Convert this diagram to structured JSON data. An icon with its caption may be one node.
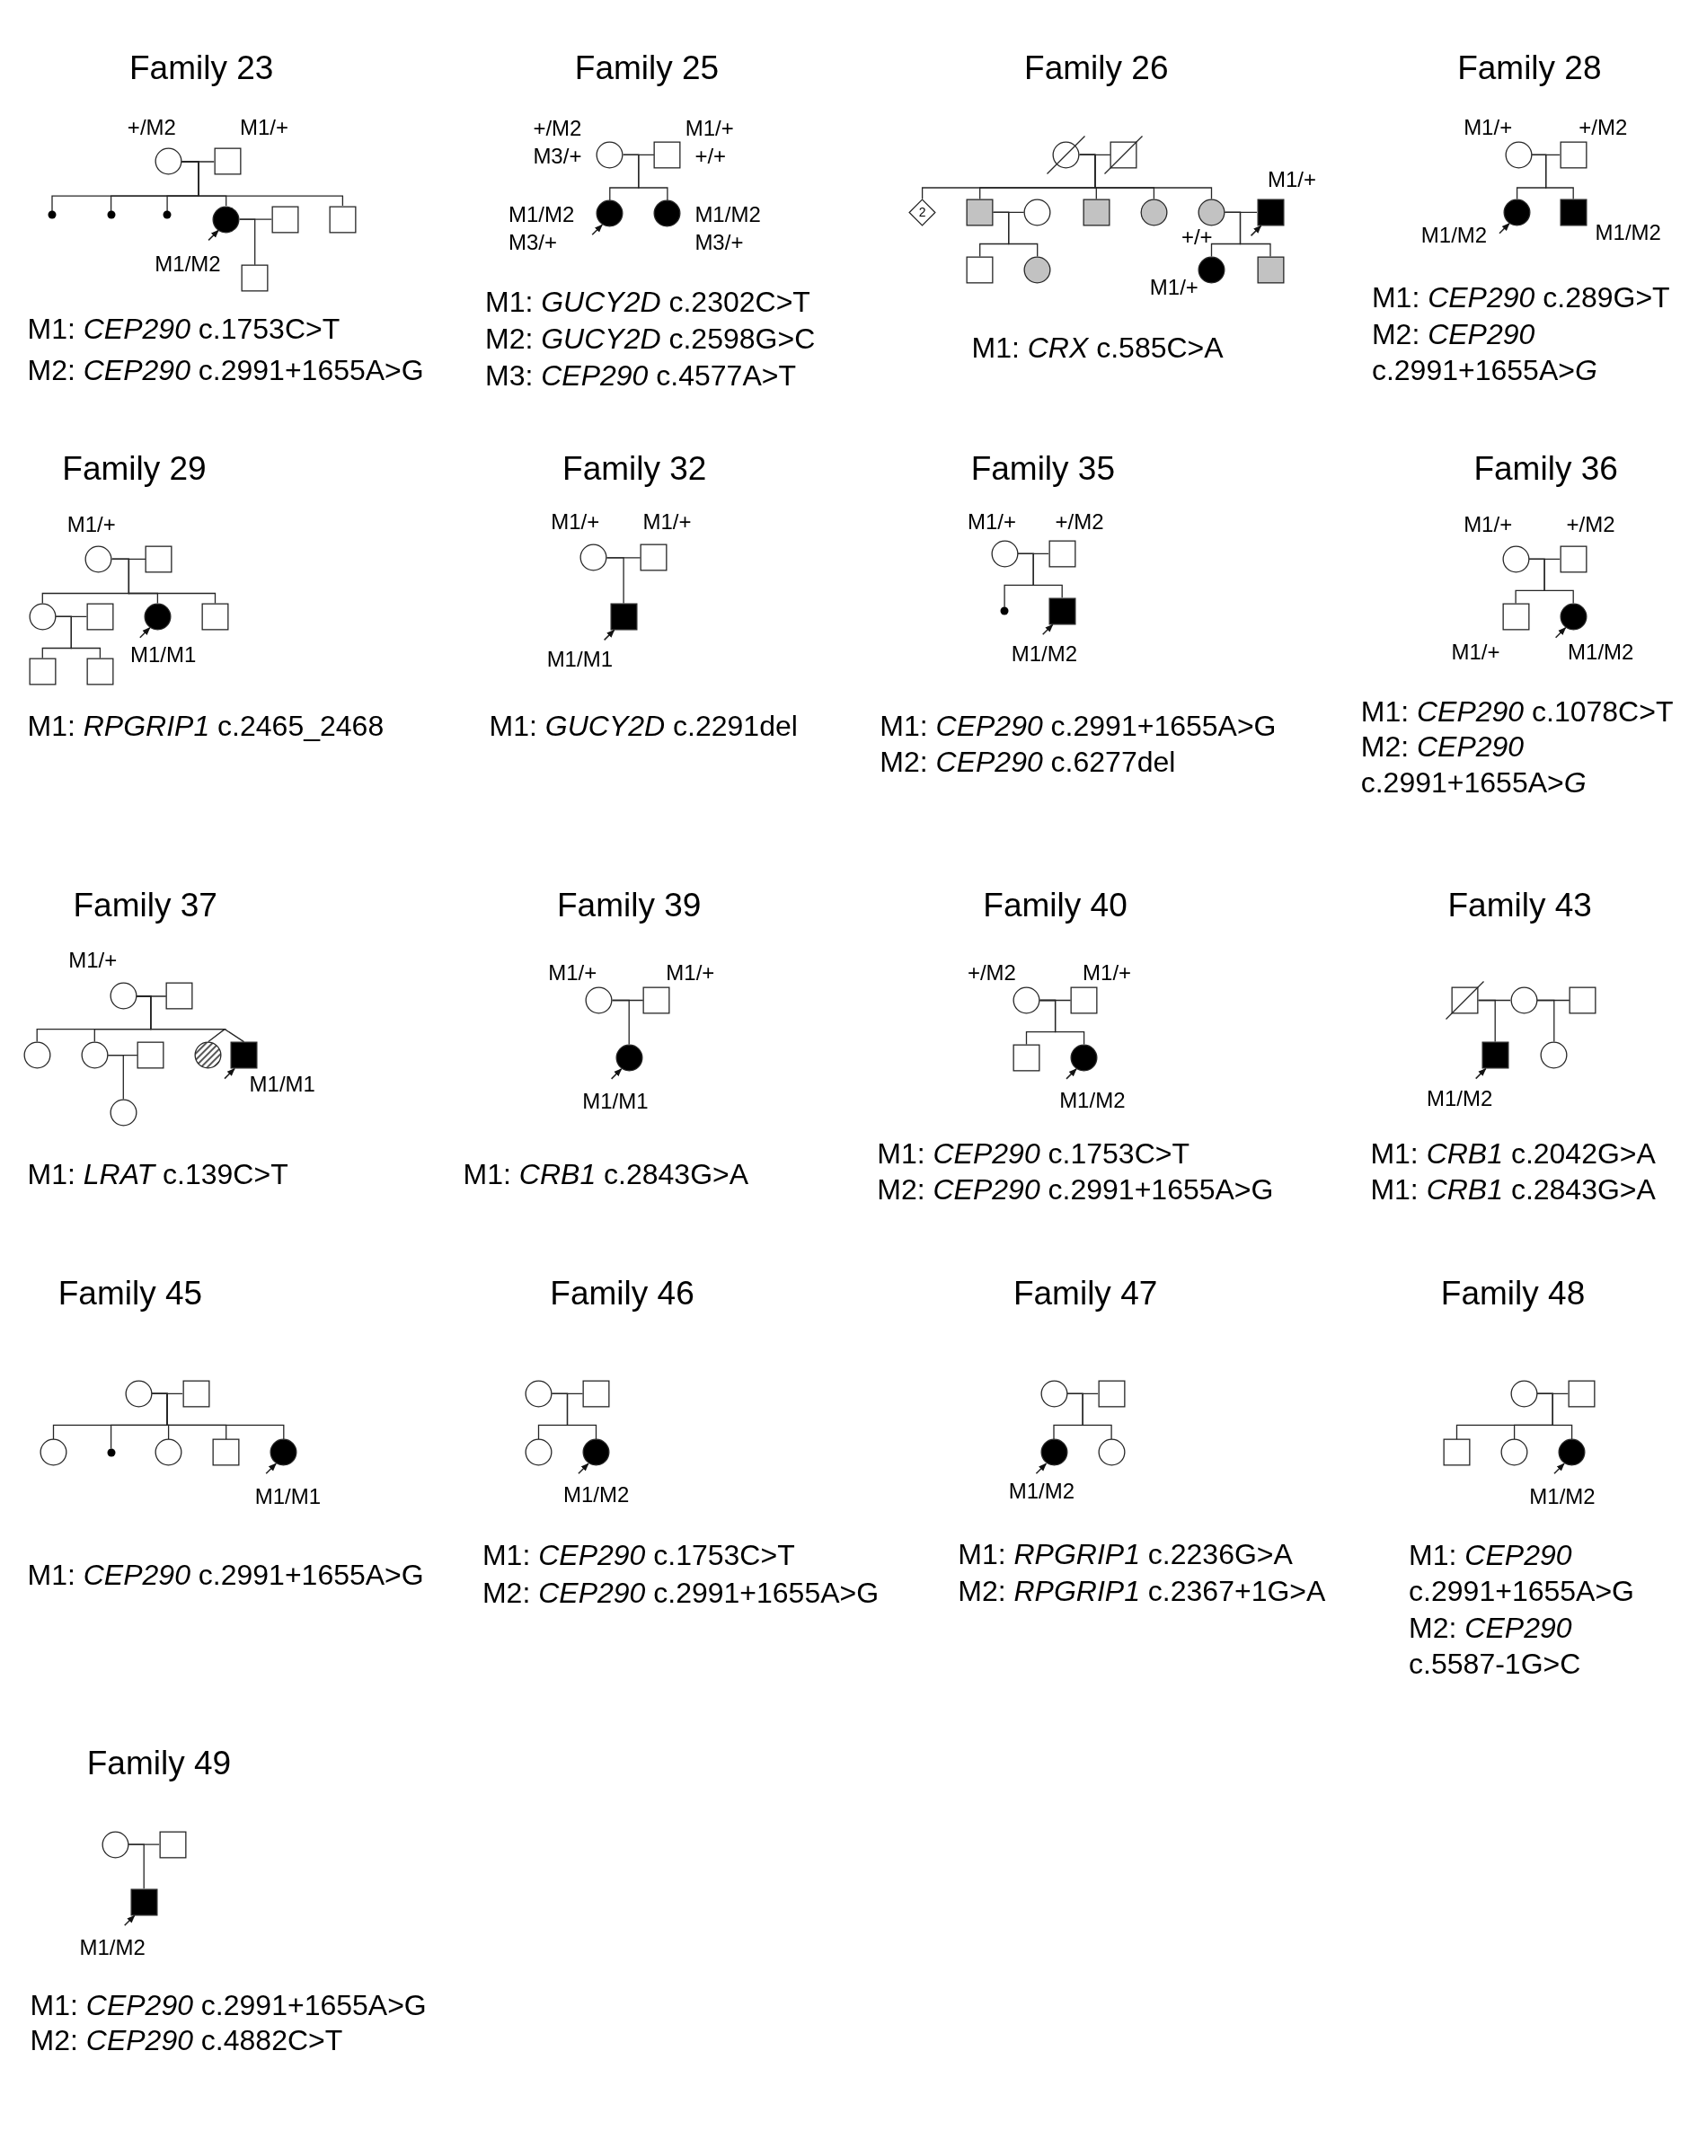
{
  "diagram": {
    "nodes": [
      {
        "text": [],
        "shape": "circle",
        "beside": [
          "+/M2"
        ]
      },
      {
        "text": [],
        "shape": "box",
        "beside": [
          "M1/+"
        ]
      },
      {
        "text": [],
        "shape": "dot"
      },
      {
        "text": [],
        "shape": "dot"
      },
      {
        "text": [],
        "shape": "dot"
      },
      {
        "text": [],
        "shape": "circle",
        "beside": [
          "M1/M2"
        ]
      },
      {
        "text": [],
        "shape": "box"
      },
      {
        "text": [],
        "shape": "box"
      },
      {
        "text": [],
        "shape": "box"
      },
      {
        "text": [],
        "shape": "circle",
        "beside": [
          "+/M2",
          "M3/+"
        ]
      },
      {
        "text": [],
        "shape": "box",
        "beside": [
          "M1/+",
          "+/+"
        ]
      },
      {
        "text": [],
        "shape": "circle",
        "beside": [
          "M1/M2",
          "M3/+"
        ]
      },
      {
        "text": [],
        "shape": "circle",
        "beside": [
          "M1/M2",
          "M3/+"
        ]
      },
      {
        "text": [],
        "shape": "circle"
      },
      {
        "text": [],
        "shape": "box"
      },
      {
        "text": [
          "2"
        ]
      },
      {
        "text": [],
        "shape": "box"
      },
      {
        "text": [],
        "shape": "circle"
      },
      {
        "text": [],
        "shape": "box"
      },
      {
        "text": [],
        "shape": "circle"
      },
      {
        "text": [],
        "shape": "circle",
        "beside": [
          "+/+"
        ]
      },
      {
        "text": [],
        "shape": "box",
        "beside": [
          "M1/+"
        ]
      },
      {
        "text": [],
        "shape": "box"
      },
      {
        "text": [],
        "shape": "circle"
      },
      {
        "text": [],
        "shape": "circle",
        "beside": [
          "M1/+"
        ]
      },
      {
        "text": [],
        "shape": "box"
      },
      {
        "text": [],
        "shape": "circle",
        "beside": [
          "M1/+"
        ]
      },
      {
        "text": [],
        "shape": "box",
        "beside": [
          "+/M2"
        ]
      },
      {
        "text": [],
        "shape": "circle",
        "beside": [
          "M1/M2"
        ]
      },
      {
        "text": [],
        "shape": "box",
        "beside": [
          "M1/M2"
        ]
      },
      {
        "text": [],
        "shape": "circle",
        "beside": [
          "M1/+"
        ]
      },
      {
        "text": [],
        "shape": "box"
      },
      {
        "text": [],
        "shape": "circle"
      },
      {
        "text": [],
        "shape": "box"
      },
      {
        "text": [],
        "shape": "circle",
        "beside": [
          "M1/M1"
        ]
      },
      {
        "text": [],
        "shape": "box"
      },
      {
        "text": [],
        "shape": "box"
      },
      {
        "text": [],
        "shape": "box"
      },
      {
        "text": [],
        "shape": "circle",
        "beside": [
          "M1/+"
        ]
      },
      {
        "text": [],
        "shape": "box",
        "beside": [
          "M1/+"
        ]
      },
      {
        "text": [],
        "shape": "box",
        "beside": [
          "M1/M1"
        ]
      },
      {
        "text": [],
        "shape": "circle",
        "beside": [
          "M1/+"
        ]
      },
      {
        "text": [],
        "shape": "box",
        "beside": [
          "+/M2"
        ]
      },
      {
        "text": [],
        "shape": "dot"
      },
      {
        "text": [],
        "shape": "box",
        "beside": [
          "M1/M2"
        ]
      },
      {
        "text": [],
        "shape": "circle",
        "beside": [
          "M1/+"
        ]
      },
      {
        "text": [],
        "shape": "box",
        "beside": [
          "+/M2"
        ]
      },
      {
        "text": [],
        "shape": "box",
        "beside": [
          "M1/+"
        ]
      },
      {
        "text": [],
        "shape": "circle",
        "beside": [
          "M1/M2"
        ]
      },
      {
        "text": [],
        "shape": "circle",
        "beside": [
          "M1/+"
        ]
      },
      {
        "text": [],
        "shape": "box"
      },
      {
        "text": [],
        "shape": "circle"
      },
      {
        "text": [],
        "shape": "circle"
      },
      {
        "text": [],
        "shape": "box"
      },
      {
        "text": [],
        "shape": "circle"
      },
      {
        "text": [],
        "shape": "box",
        "beside": [
          "M1/M1"
        ]
      },
      {
        "text": [],
        "shape": "circle"
      },
      {
        "text": [],
        "shape": "circle",
        "beside": [
          "M1/+"
        ]
      },
      {
        "text": [],
        "shape": "box",
        "beside": [
          "M1/+"
        ]
      },
      {
        "text": [],
        "shape": "circle",
        "beside": [
          "M1/M1"
        ]
      },
      {
        "text": [],
        "shape": "circle",
        "beside": [
          "+/M2"
        ]
      },
      {
        "text": [],
        "shape": "box",
        "beside": [
          "M1/+"
        ]
      },
      {
        "text": [],
        "shape": "box"
      },
      {
        "text": [],
        "shape": "circle",
        "beside": [
          "M1/M2"
        ]
      },
      {
        "text": [],
        "shape": "box"
      },
      {
        "text": [],
        "shape": "circle"
      },
      {
        "text": [],
        "shape": "box"
      },
      {
        "text": [],
        "shape": "box",
        "beside": [
          "M1/M2"
        ]
      },
      {
        "text": [],
        "shape": "circle"
      },
      {
        "text": [],
        "shape": "circle"
      },
      {
        "text": [],
        "shape": "box"
      },
      {
        "text": [],
        "shape": "circle"
      },
      {
        "text": [],
        "shape": "dot"
      },
      {
        "text": [],
        "shape": "circle"
      },
      {
        "text": [],
        "shape": "box"
      },
      {
        "text": [],
        "shape": "circle",
        "beside": [
          "M1/M1"
        ]
      },
      {
        "text": [],
        "shape": "circle"
      },
      {
        "text": [],
        "shape": "box"
      },
      {
        "text": [],
        "shape": "circle"
      },
      {
        "text": [],
        "shape": "circle",
        "beside": [
          "M1/M2"
        ]
      },
      {
        "text": [],
        "shape": "circle"
      },
      {
        "text": [],
        "shape": "box"
      },
      {
        "text": [],
        "shape": "circle",
        "beside": [
          "M1/M2"
        ]
      },
      {
        "text": [],
        "shape": "circle"
      },
      {
        "text": [],
        "shape": "circle"
      },
      {
        "text": [],
        "shape": "box"
      },
      {
        "text": [],
        "shape": "box"
      },
      {
        "text": [],
        "shape": "circle"
      },
      {
        "text": [],
        "shape": "circle",
        "beside": [
          "M1/M2"
        ]
      },
      {
        "text": [],
        "shape": "circle"
      },
      {
        "text": [],
        "shape": "box"
      },
      {
        "text": [],
        "shape": "box",
        "beside": [
          "M1/M2"
        ]
      }
    ],
    "edges": [
      {
        "from": 0,
        "to": 1,
        "arrow": "none"
      },
      {
        "from": 0,
        "to": 2,
        "arrow": "none"
      },
      {
        "from": 0,
        "to": 3,
        "arrow": "none"
      },
      {
        "from": 0,
        "to": 4,
        "arrow": "none"
      },
      {
        "from": 0,
        "to": 5,
        "arrow": "none"
      },
      {
        "from": 0,
        "to": 7,
        "arrow": "none"
      },
      {
        "from": 5,
        "to": 6,
        "arrow": "none"
      },
      {
        "from": 5,
        "to": 8,
        "arrow": "none"
      },
      {
        "from": null,
        "to": 5,
        "arrow": "to"
      },
      {
        "from": 9,
        "to": 10,
        "arrow": "none"
      },
      {
        "from": 9,
        "to": 11,
        "arrow": "none"
      },
      {
        "from": 9,
        "to": 12,
        "arrow": "none"
      },
      {
        "from": null,
        "to": 11,
        "arrow": "to"
      },
      {
        "from": 13,
        "to": 14,
        "arrow": "none"
      },
      {
        "from": 13,
        "to": 15,
        "arrow": "none"
      },
      {
        "from": 13,
        "to": 16,
        "arrow": "none"
      },
      {
        "from": 13,
        "to": 18,
        "arrow": "none"
      },
      {
        "from": 13,
        "to": 19,
        "arrow": "none"
      },
      {
        "from": 13,
        "to": 20,
        "arrow": "none"
      },
      {
        "from": 16,
        "to": 17,
        "arrow": "none"
      },
      {
        "from": 16,
        "to": 22,
        "arrow": "none"
      },
      {
        "from": 16,
        "to": 23,
        "arrow": "none"
      },
      {
        "from": 20,
        "to": 21,
        "arrow": "none"
      },
      {
        "from": 20,
        "to": 24,
        "arrow": "none"
      },
      {
        "from": 20,
        "to": 25,
        "arrow": "none"
      },
      {
        "from": null,
        "to": 21,
        "arrow": "to"
      },
      {
        "from": 26,
        "to": 27,
        "arrow": "none"
      },
      {
        "from": 26,
        "to": 28,
        "arrow": "none"
      },
      {
        "from": 26,
        "to": 29,
        "arrow": "none"
      },
      {
        "from": null,
        "to": 28,
        "arrow": "to"
      },
      {
        "from": 30,
        "to": 31,
        "arrow": "none"
      },
      {
        "from": 30,
        "to": 32,
        "arrow": "none"
      },
      {
        "from": 30,
        "to": 34,
        "arrow": "none"
      },
      {
        "from": 30,
        "to": 35,
        "arrow": "none"
      },
      {
        "from": 32,
        "to": 33,
        "arrow": "none"
      },
      {
        "from": 32,
        "to": 36,
        "arrow": "none"
      },
      {
        "from": 32,
        "to": 37,
        "arrow": "none"
      },
      {
        "from": null,
        "to": 34,
        "arrow": "to"
      },
      {
        "from": 38,
        "to": 39,
        "arrow": "none"
      },
      {
        "from": 38,
        "to": 40,
        "arrow": "none"
      },
      {
        "from": null,
        "to": 40,
        "arrow": "to"
      },
      {
        "from": 41,
        "to": 42,
        "arrow": "none"
      },
      {
        "from": 41,
        "to": 43,
        "arrow": "none"
      },
      {
        "from": 41,
        "to": 44,
        "arrow": "none"
      },
      {
        "from": null,
        "to": 44,
        "arrow": "to"
      },
      {
        "from": 45,
        "to": 46,
        "arrow": "none"
      },
      {
        "from": 45,
        "to": 47,
        "arrow": "none"
      },
      {
        "from": 45,
        "to": 48,
        "arrow": "none"
      },
      {
        "from": null,
        "to": 48,
        "arrow": "to"
      },
      {
        "from": 49,
        "to": 50,
        "arrow": "none"
      },
      {
        "from": 49,
        "to": 51,
        "arrow": "none"
      },
      {
        "from": 49,
        "to": 52,
        "arrow": "none"
      },
      {
        "from": 49,
        "to": 54,
        "arrow": "none"
      },
      {
        "from": 49,
        "to": 55,
        "arrow": "none"
      },
      {
        "from": 52,
        "to": 53,
        "arrow": "none"
      },
      {
        "from": 52,
        "to": 56,
        "arrow": "none"
      },
      {
        "from": null,
        "to": 55,
        "arrow": "to"
      },
      {
        "from": 57,
        "to": 58,
        "arrow": "none"
      },
      {
        "from": 57,
        "to": 59,
        "arrow": "none"
      },
      {
        "from": null,
        "to": 59,
        "arrow": "to"
      },
      {
        "from": 60,
        "to": 61,
        "arrow": "none"
      },
      {
        "from": 60,
        "to": 62,
        "arrow": "none"
      },
      {
        "from": 60,
        "to": 63,
        "arrow": "none"
      },
      {
        "from": null,
        "to": 63,
        "arrow": "to"
      },
      {
        "from": 64,
        "to": 65,
        "arrow": "none"
      },
      {
        "from": 65,
        "to": 66,
        "arrow": "none"
      },
      {
        "from": 64,
        "to": 67,
        "arrow": "none"
      },
      {
        "from": 65,
        "to": 68,
        "arrow": "none"
      },
      {
        "from": null,
        "to": 67,
        "arrow": "to"
      },
      {
        "from": 69,
        "to": 70,
        "arrow": "none"
      },
      {
        "from": 69,
        "to": 71,
        "arrow": "none"
      },
      {
        "from": 69,
        "to": 72,
        "arrow": "none"
      },
      {
        "from": 69,
        "to": 73,
        "arrow": "none"
      },
      {
        "from": 69,
        "to": 74,
        "arrow": "none"
      },
      {
        "from": 69,
        "to": 75,
        "arrow": "none"
      },
      {
        "from": null,
        "to": 75,
        "arrow": "to"
      },
      {
        "from": 76,
        "to": 77,
        "arrow": "none"
      },
      {
        "from": 76,
        "to": 78,
        "arrow": "none"
      },
      {
        "from": 76,
        "to": 79,
        "arrow": "none"
      },
      {
        "from": null,
        "to": 79,
        "arrow": "to"
      },
      {
        "from": 80,
        "to": 81,
        "arrow": "none"
      },
      {
        "from": 80,
        "to": 82,
        "arrow": "none"
      },
      {
        "from": 80,
        "to": 83,
        "arrow": "none"
      },
      {
        "from": null,
        "to": 82,
        "arrow": "to"
      },
      {
        "from": 84,
        "to": 85,
        "arrow": "none"
      },
      {
        "from": 84,
        "to": 86,
        "arrow": "none"
      },
      {
        "from": 84,
        "to": 87,
        "arrow": "none"
      },
      {
        "from": 84,
        "to": 88,
        "arrow": "none"
      },
      {
        "from": null,
        "to": 88,
        "arrow": "to"
      },
      {
        "from": 89,
        "to": 90,
        "arrow": "none"
      },
      {
        "from": 89,
        "to": 91,
        "arrow": "none"
      },
      {
        "from": null,
        "to": 91,
        "arrow": "to"
      }
    ],
    "labels": [
      "Family 23",
      "Family 25",
      "Family 26",
      "Family 28",
      "M1: *CEP290* c.1753C>T",
      "M2: *CEP290* c.2991+1655A>G",
      "M1: *GUCY2D* c.2302C>T",
      "M2: *GUCY2D* c.2598G>C",
      "M3: *CEP290* c.4577A>T",
      "M1: *CRX* c.585C>A",
      "M1: *CEP290* c.289G>T",
      "M2: *CEP290* c.2991+1655A>*G*",
      "Family 29",
      "Family 32",
      "Family 35",
      "Family 36",
      "M1: *RPGRIP1* c.2465_2468",
      "M1: *GUCY2D* c.2291del",
      "M1: *CEP290* c.2991+1655A>G",
      "M2: *CEP290* c.6277del",
      "M1: *CEP290* c.1078C>T",
      "M2: *CEP290* c.2991+1655A>*G*",
      "Family 37",
      "Family 39",
      "Family 40",
      "Family 43",
      "M1: *LRAT* c.139C>T",
      "M1: *CRB1* c.2843G>A",
      "M1: *CEP290* c.1753C>T",
      "M2: *CEP290* c.2991+1655A>G",
      "M1: *CRB1* c.2042G>A",
      "M1: *CRB1* c.2843G>A",
      "Family 45",
      "Family 46",
      "Family 47",
      "Family 48",
      "M1: *CEP290* c.2991+1655A>G",
      "M1: *CEP290* c.1753C>T",
      "M2: *CEP290* c.2991+1655A>G",
      "M1: *RPGRIP1* c.2236G>A",
      "M2: *RPGRIP1* c.2367+1G>A",
      "M1: *CEP290* c.2991+1655A>G",
      "M2: *CEP290* c.5587-1G>C",
      "Family 49",
      "M1: *CEP290* c.2991+1655A>G",
      "M2: *CEP290* c.4882C>T"
    ]
  }
}
